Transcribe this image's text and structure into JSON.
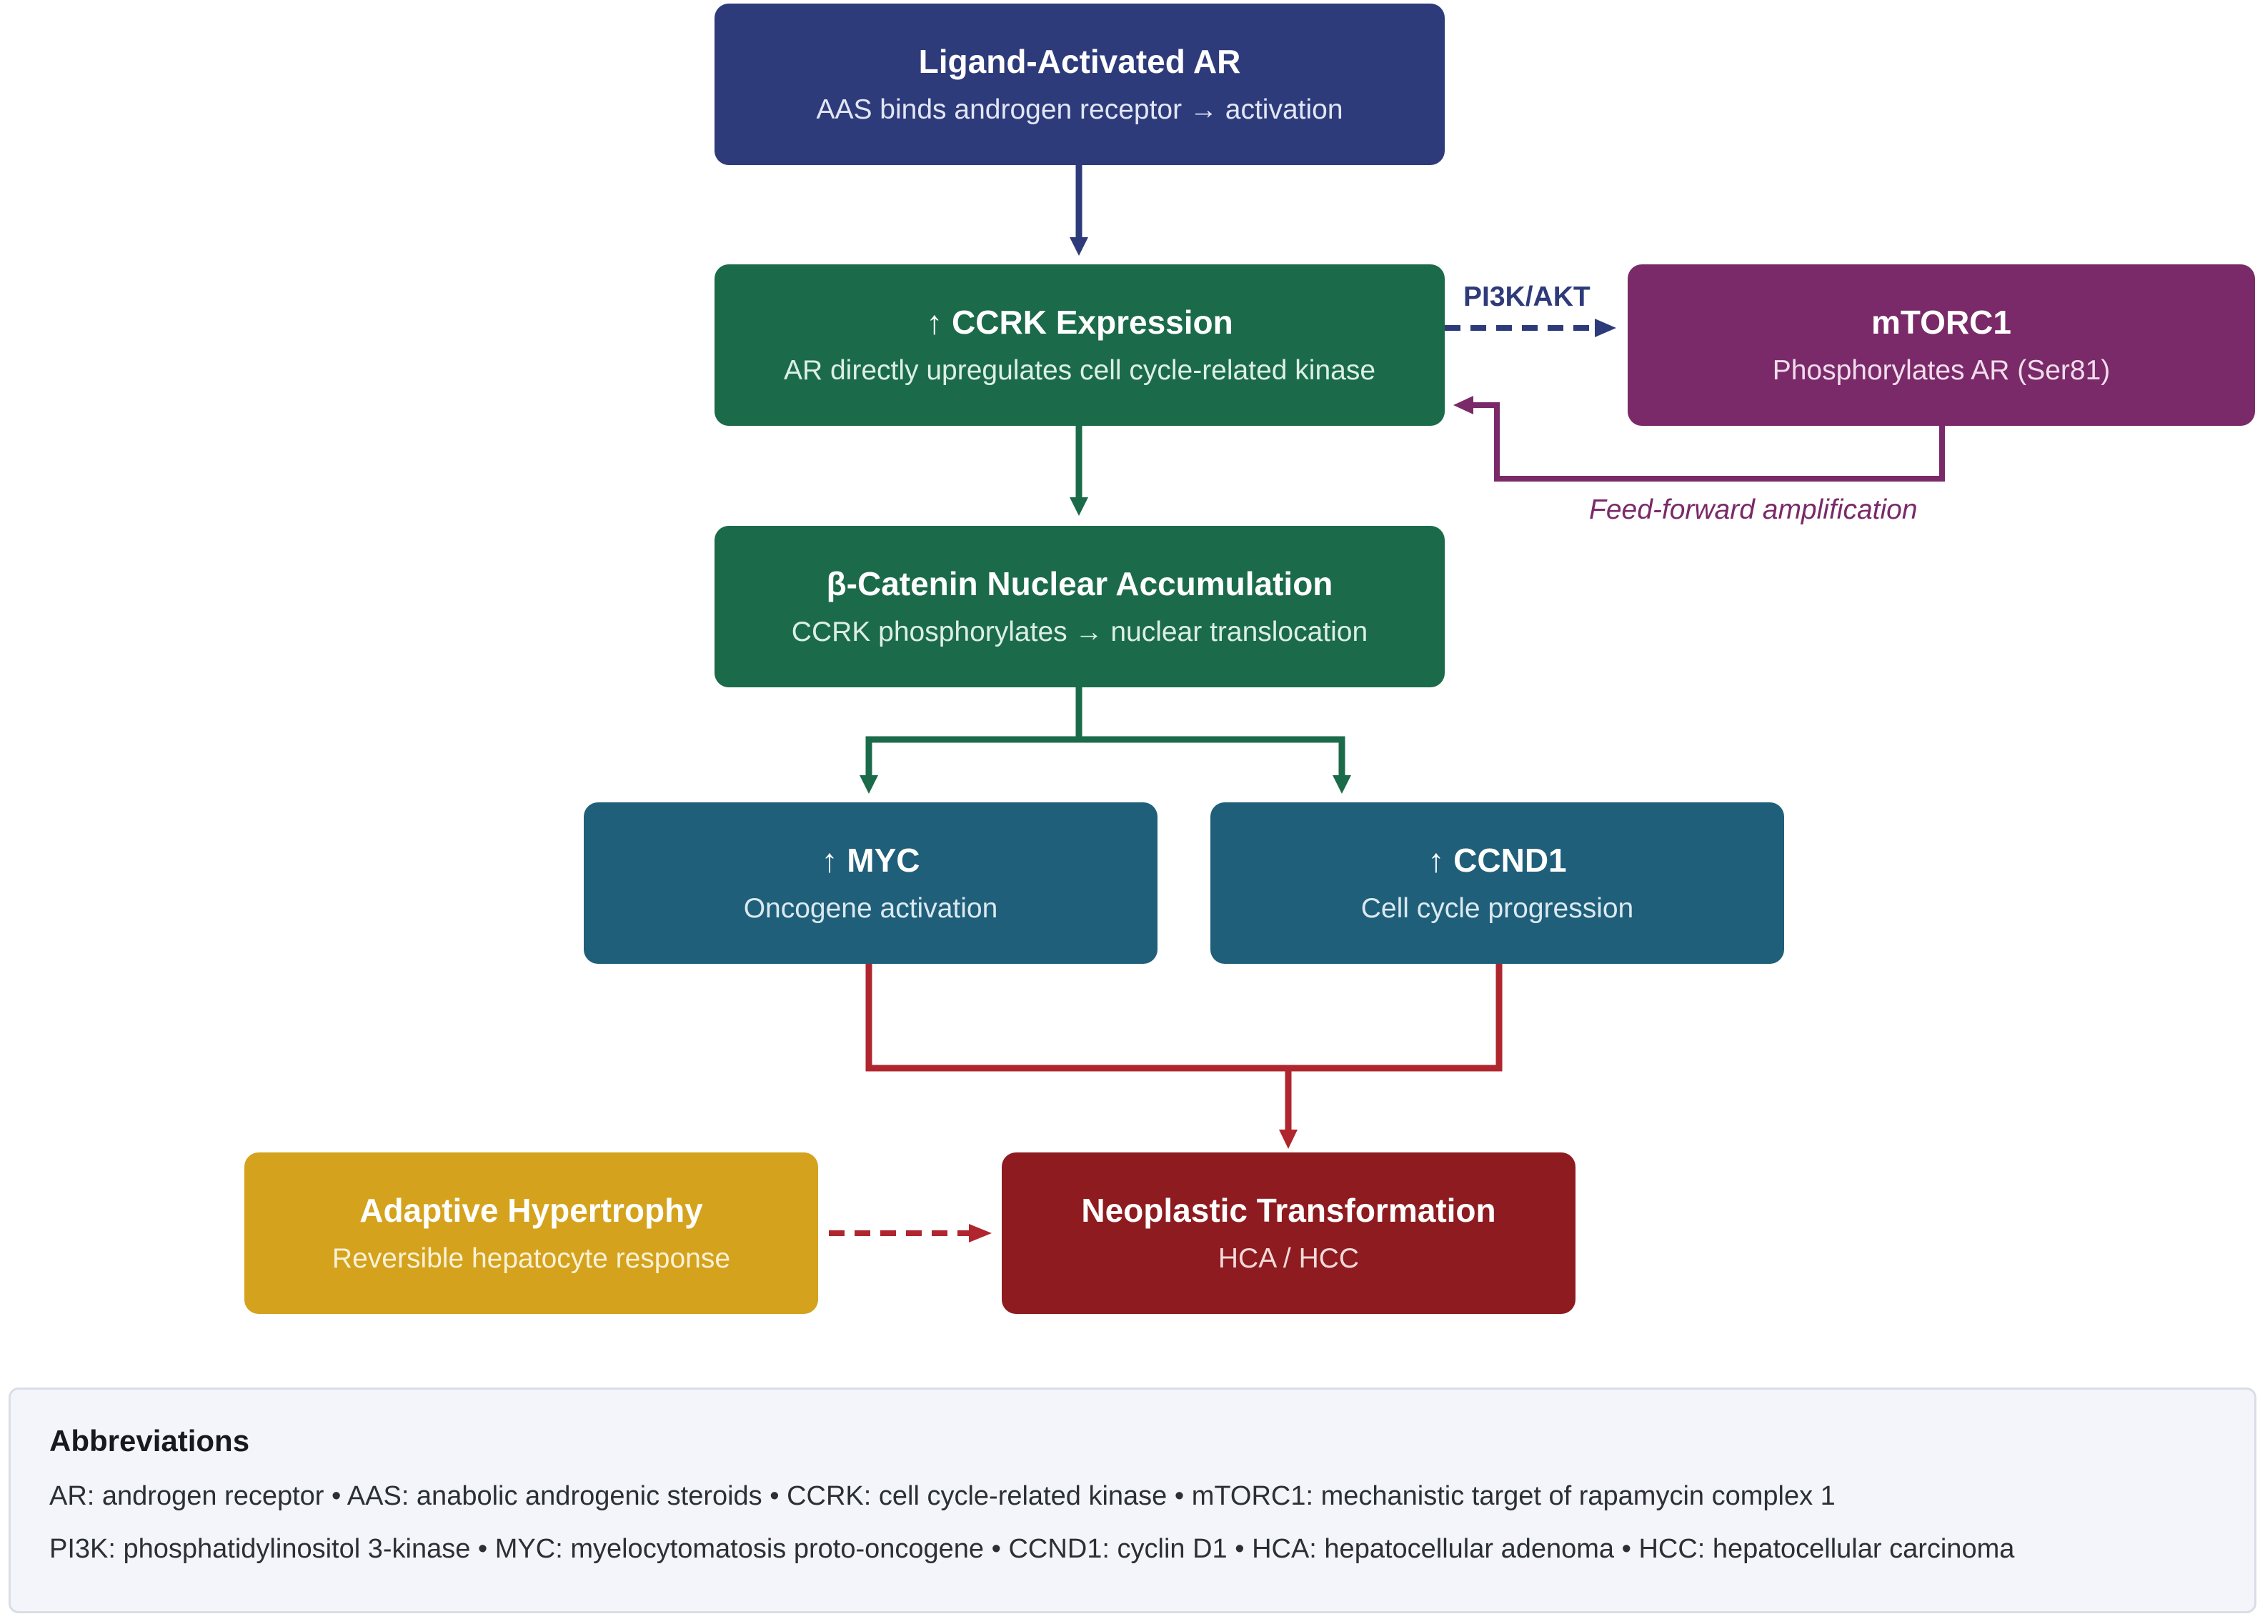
{
  "colors": {
    "navy": "#2e3b7a",
    "green": "#1b6b4b",
    "purple": "#7a2a68",
    "teal": "#1f5f7a",
    "gold": "#d4a21c",
    "dark_red": "#8e1b1f",
    "red_connector": "#b0262e"
  },
  "nodes": {
    "ligand_ar": {
      "title": "Ligand-Activated AR",
      "subtitle": "AAS binds androgen receptor → activation"
    },
    "ccrk": {
      "title": "↑ CCRK Expression",
      "subtitle": "AR directly upregulates cell cycle-related kinase"
    },
    "mtorc1": {
      "title": "mTORC1",
      "subtitle": "Phosphorylates AR (Ser81)"
    },
    "beta_catenin": {
      "title": "β-Catenin Nuclear Accumulation",
      "subtitle": "CCRK phosphorylates → nuclear translocation"
    },
    "myc": {
      "title": "↑ MYC",
      "subtitle": "Oncogene activation"
    },
    "ccnd1": {
      "title": "↑ CCND1",
      "subtitle": "Cell cycle progression"
    },
    "adaptive": {
      "title": "Adaptive Hypertrophy",
      "subtitle": "Reversible hepatocyte response"
    },
    "neoplastic": {
      "title": "Neoplastic Transformation",
      "subtitle": "HCA / HCC"
    }
  },
  "edge_labels": {
    "pi3k_akt": "PI3K/AKT",
    "feed_forward": "Feed-forward amplification"
  },
  "abbreviations": {
    "title": "Abbreviations",
    "lines": [
      "AR: androgen receptor • AAS: anabolic androgenic steroids • CCRK: cell cycle-related kinase • mTORC1: mechanistic target of rapamycin complex 1",
      "PI3K: phosphatidylinositol 3-kinase • MYC: myelocytomatosis proto-oncogene • CCND1: cyclin D1 • HCA: hepatocellular adenoma • HCC: hepatocellular carcinoma"
    ]
  }
}
